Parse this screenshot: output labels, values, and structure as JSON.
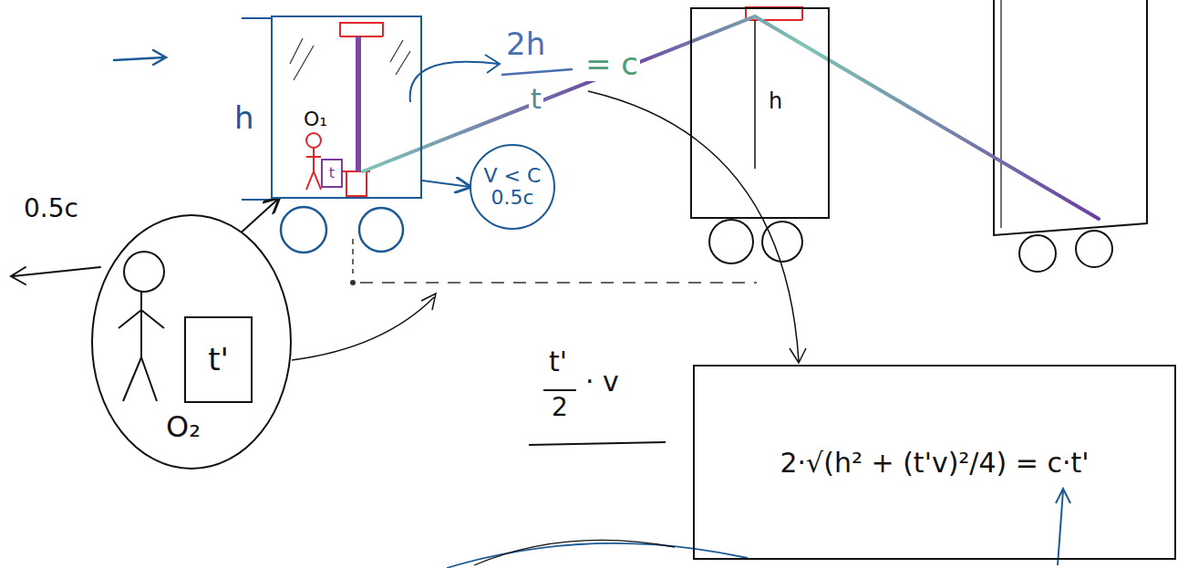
{
  "diagram": {
    "nodes": [
      {
        "text": [
          "h",
          "O₁"
        ]
      },
      {
        "text": [
          "t"
        ],
        "in": 0
      },
      {
        "text": [
          "V < C",
          "0.5c"
        ]
      },
      {
        "text": [
          "O₂"
        ]
      },
      {
        "text": [
          "t'"
        ],
        "in": 3
      },
      {
        "text": [
          "2·√(h² + (t'v)²/4) = c·t'"
        ]
      },
      {
        "text": [
          "h"
        ]
      }
    ],
    "edges": [
      {
        "from": 3,
        "to": 0,
        "arrow": "to"
      },
      {
        "from": 0,
        "to": 2,
        "arrow": "to"
      }
    ],
    "labels": [
      "2h",
      "t",
      "= c",
      "0.5c",
      "t'",
      "2",
      "· v"
    ]
  }
}
